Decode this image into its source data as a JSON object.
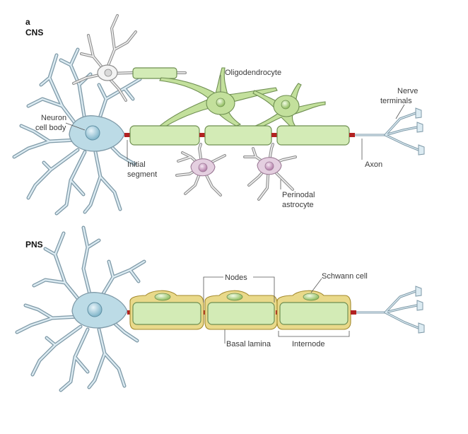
{
  "panel_letter": "a",
  "cns": {
    "heading": "CNS",
    "labels": {
      "oligodendrocyte": "Oligodendrocyte",
      "neuron_line1": "Neuron",
      "neuron_line2": "cell body",
      "initial_line1": "Initial",
      "initial_line2": "segment",
      "axon": "Axon",
      "nerve_line1": "Nerve",
      "nerve_line2": "terminals",
      "perinodal_line1": "Perinodal",
      "perinodal_line2": "astrocyte"
    }
  },
  "pns": {
    "heading": "PNS",
    "labels": {
      "nodes": "Nodes",
      "schwann": "Schwann cell",
      "basal": "Basal lamina",
      "internode": "Internode"
    }
  },
  "colors": {
    "neuron": "#bcdbe6",
    "myelin": "#d3ebb6",
    "oligodendrocyte": "#c3e09c",
    "astrocyte": "#e4cfe0",
    "node": "#b22222",
    "basal_lamina": "#e9d98a"
  }
}
